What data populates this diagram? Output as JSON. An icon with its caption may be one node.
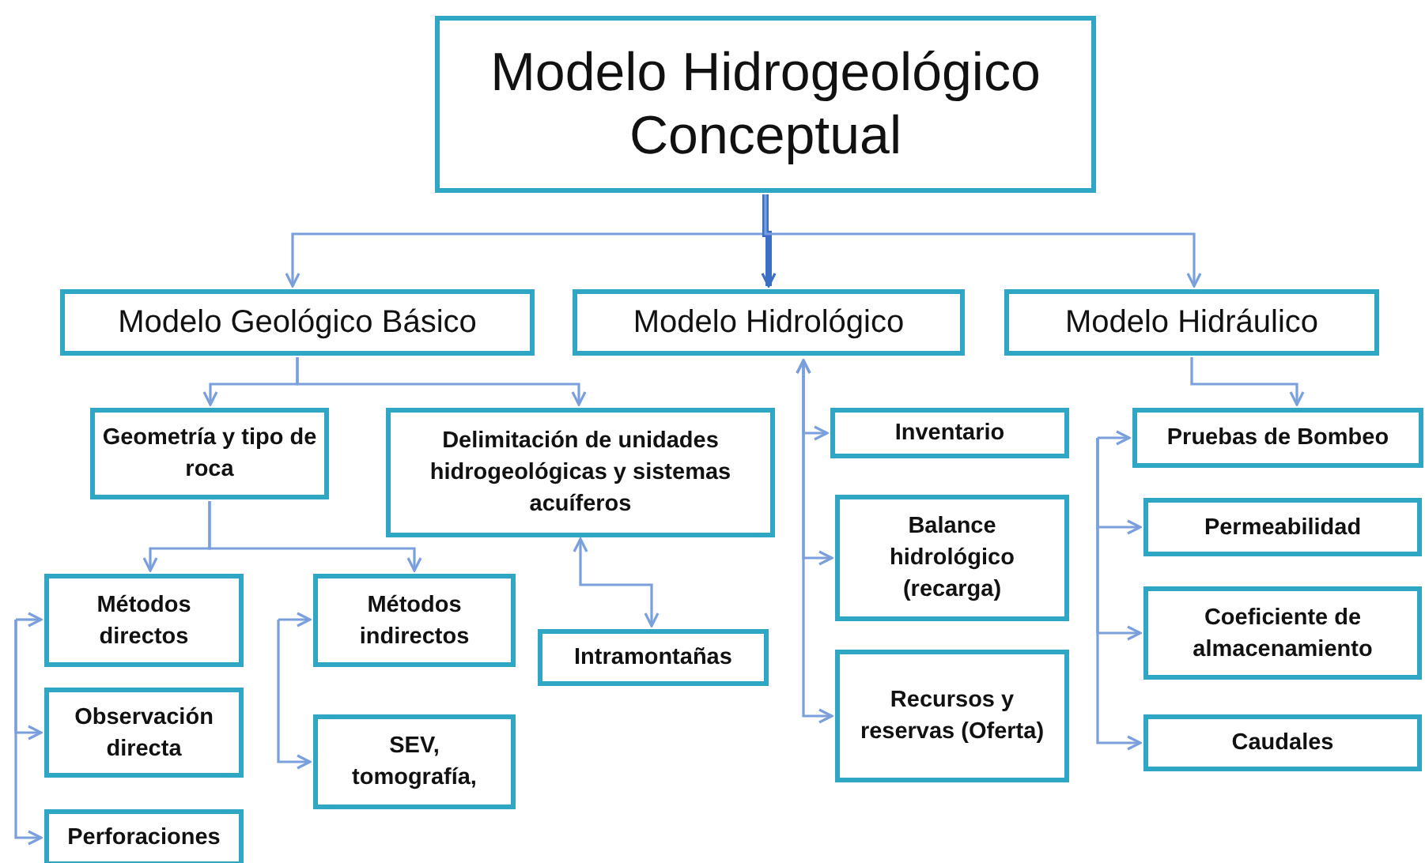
{
  "diagram": {
    "nodes": [
      {
        "text": [
          "Modelo Hidrogeológico Conceptual"
        ]
      },
      {
        "text": [
          "Modelo Geológico Básico"
        ]
      },
      {
        "text": [
          "Modelo Hidrológico"
        ]
      },
      {
        "text": [
          "Modelo Hidráulico"
        ]
      },
      {
        "text": [
          "Geometría y tipo de roca"
        ]
      },
      {
        "text": [
          "Delimitación de unidades hidrogeológicas y sistemas acuíferos"
        ]
      },
      {
        "text": [
          "Métodos directos"
        ]
      },
      {
        "text": [
          "Métodos indirectos"
        ]
      },
      {
        "text": [
          "Intramontañas"
        ]
      },
      {
        "text": [
          "Observación directa"
        ]
      },
      {
        "text": [
          "SEV, tomografía,"
        ]
      },
      {
        "text": [
          "Perforaciones"
        ]
      },
      {
        "text": [
          "Inventario"
        ]
      },
      {
        "text": [
          "Balance hidrológico (recarga)"
        ]
      },
      {
        "text": [
          "Recursos y reservas (Oferta)"
        ]
      },
      {
        "text": [
          "Pruebas de Bombeo"
        ]
      },
      {
        "text": [
          "Permeabilidad"
        ]
      },
      {
        "text": [
          "Coeficiente de almacenamiento"
        ]
      },
      {
        "text": [
          "Caudales"
        ]
      }
    ],
    "edges": [
      {
        "from": 0,
        "to": 1,
        "arrow": "to"
      },
      {
        "from": 0,
        "to": 2,
        "arrow": "to",
        "style": "thick",
        "color": "#3a6fc4"
      },
      {
        "from": 0,
        "to": 3,
        "arrow": "to"
      },
      {
        "from": 1,
        "to": 4,
        "arrow": "to"
      },
      {
        "from": 1,
        "to": 5,
        "arrow": "to"
      },
      {
        "from": 4,
        "to": 6,
        "arrow": "to"
      },
      {
        "from": 4,
        "to": 7,
        "arrow": "to"
      },
      {
        "from": 5,
        "to": 8,
        "arrow": "both"
      },
      {
        "from": null,
        "to": 6,
        "arrow": "to"
      },
      {
        "from": null,
        "to": 9,
        "arrow": "to"
      },
      {
        "from": null,
        "to": 11,
        "arrow": "to"
      },
      {
        "from": null,
        "to": 7,
        "arrow": "to"
      },
      {
        "from": null,
        "to": 10,
        "arrow": "to"
      },
      {
        "from": 2,
        "to": 12,
        "arrow": "both"
      },
      {
        "from": 2,
        "to": 13,
        "arrow": "both"
      },
      {
        "from": 2,
        "to": 14,
        "arrow": "both"
      },
      {
        "from": 3,
        "to": 15,
        "arrow": "to"
      },
      {
        "from": null,
        "to": 15,
        "arrow": "to"
      },
      {
        "from": null,
        "to": 16,
        "arrow": "to"
      },
      {
        "from": null,
        "to": 17,
        "arrow": "to"
      },
      {
        "from": null,
        "to": 18,
        "arrow": "to"
      }
    ]
  }
}
